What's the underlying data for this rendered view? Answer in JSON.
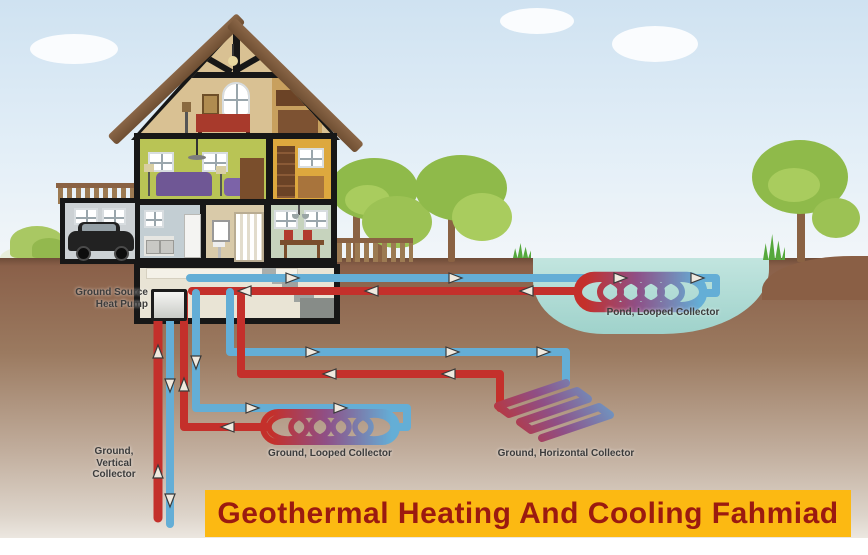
{
  "diagram": {
    "labels": {
      "heat_pump_line1": "Ground Source",
      "heat_pump_line2": "Heat Pump",
      "vertical_line1": "Ground,",
      "vertical_line2": "Vertical",
      "vertical_line3": "Collector",
      "ground_looped": "Ground, Looped Collector",
      "ground_horizontal": "Ground, Horizontal Collector",
      "pond_looped": "Pond, Looped Collector"
    },
    "title_banner": {
      "text": "Geothermal Heating And Cooling Fahmiad",
      "background": "#fcb912",
      "text_color": "#9b1a10"
    },
    "colors": {
      "warm_pipe": "#c4302b",
      "cold_pipe": "#64aed6",
      "sky": "#cfe2f1",
      "ground_top": "#8a6049",
      "ground_bottom": "#ece7e0",
      "pond": "#9fd2cb",
      "house_outline": "#171717"
    }
  }
}
